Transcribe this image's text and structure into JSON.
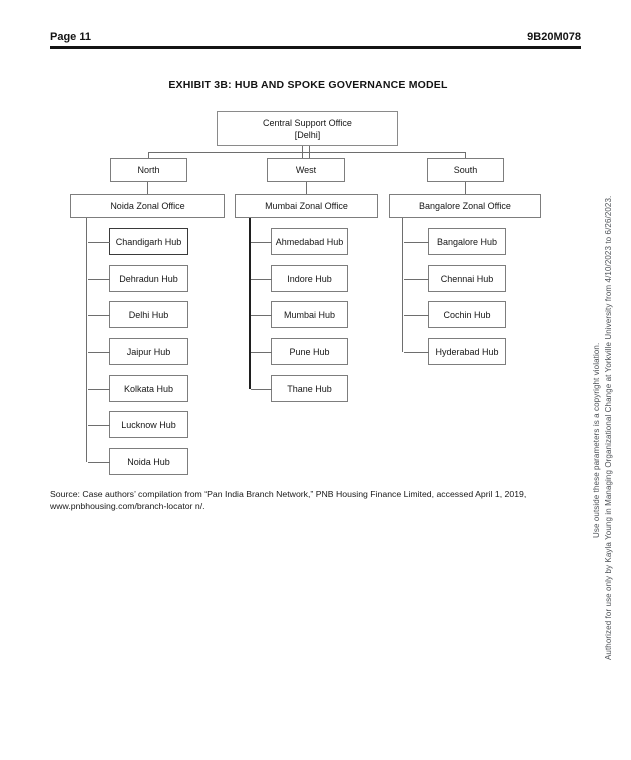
{
  "header": {
    "page_label": "Page 11",
    "doc_code": "9B20M078"
  },
  "exhibit_title": "EXHIBIT 3B: HUB AND SPOKE GOVERNANCE MODEL",
  "org_chart": {
    "root": {
      "name": "Central Support Office",
      "location": "[Delhi]"
    },
    "branches": [
      {
        "region": "North",
        "zonal_office": "Noida Zonal Office",
        "hubs": [
          "Chandigarh Hub",
          "Dehradun Hub",
          "Delhi Hub",
          "Jaipur Hub",
          "Kolkata Hub",
          "Lucknow Hub",
          "Noida Hub"
        ]
      },
      {
        "region": "West",
        "zonal_office": "Mumbai Zonal Office",
        "hubs": [
          "Ahmedabad Hub",
          "Indore Hub",
          "Mumbai Hub",
          "Pune Hub",
          "Thane Hub"
        ]
      },
      {
        "region": "South",
        "zonal_office": "Bangalore Zonal Office",
        "hubs": [
          "Bangalore Hub",
          "Chennai Hub",
          "Cochin Hub",
          "Hyderabad Hub"
        ]
      }
    ]
  },
  "source_note": {
    "lines": [
      "Source: Case authors’ compilation from “Pan India Branch Network,” PNB Housing Finance Limited, accessed April 1, 2019,",
      "www.pnbhousing.com/branch-locator n/."
    ]
  },
  "watermark": {
    "line1": "Authorized for use only by Kayla Young in Managing Organizational Change at Yorkville University from 4/10/2023 to 6/26/2023.",
    "line2": "Use outside these parameters is a copyright violation."
  }
}
